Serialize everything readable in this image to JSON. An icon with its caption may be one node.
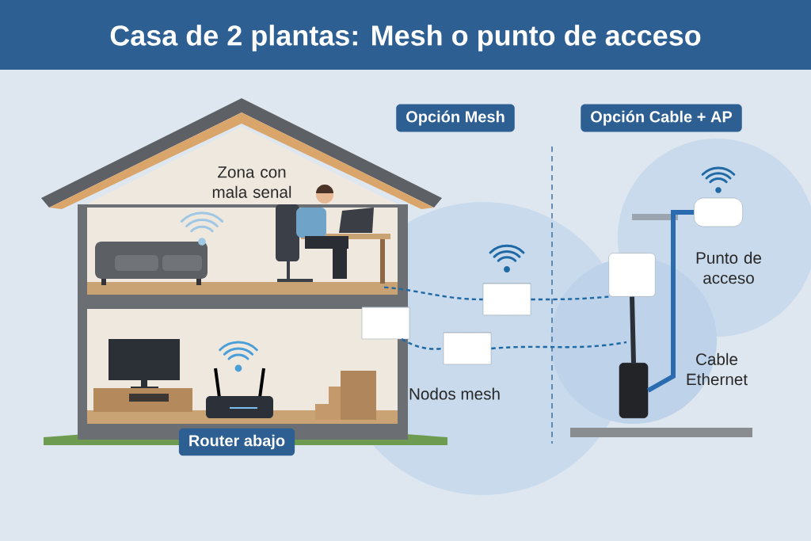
{
  "diagram": {
    "title": "Casa de 2 plantas: Mesh o punto de acceso",
    "nodes": [
      {
        "text": [],
        "shape": "cylinder"
      },
      {
        "text": [],
        "shape": "cylinder"
      },
      {
        "text": [],
        "shape": "cylinder"
      },
      {
        "text": [],
        "shape": "box"
      },
      {
        "text": [],
        "shape": "box"
      },
      {
        "text": [],
        "shape": "box"
      }
    ],
    "edges": [
      {
        "from": 0,
        "to": 1,
        "arrow": "none",
        "style": "dashed"
      },
      {
        "from": 1,
        "to": 3,
        "arrow": "none",
        "style": "dashed"
      },
      {
        "from": 0,
        "to": 2,
        "arrow": "none",
        "style": "dashed"
      },
      {
        "from": 2,
        "to": null,
        "arrow": "none",
        "style": "dashed"
      },
      {
        "from": 3,
        "to": 5,
        "arrow": "none",
        "style": "thick",
        "color": "#2a3038"
      },
      {
        "from": 5,
        "to": 4,
        "arrow": "none",
        "style": "thick"
      }
    ],
    "labels": [
      "Opción Mesh",
      "Opción Cable + AP",
      "Zona con mala senal",
      "Router abajo",
      "Nodos mesh",
      "Punto de acceso",
      "Cable Ethernet"
    ]
  }
}
